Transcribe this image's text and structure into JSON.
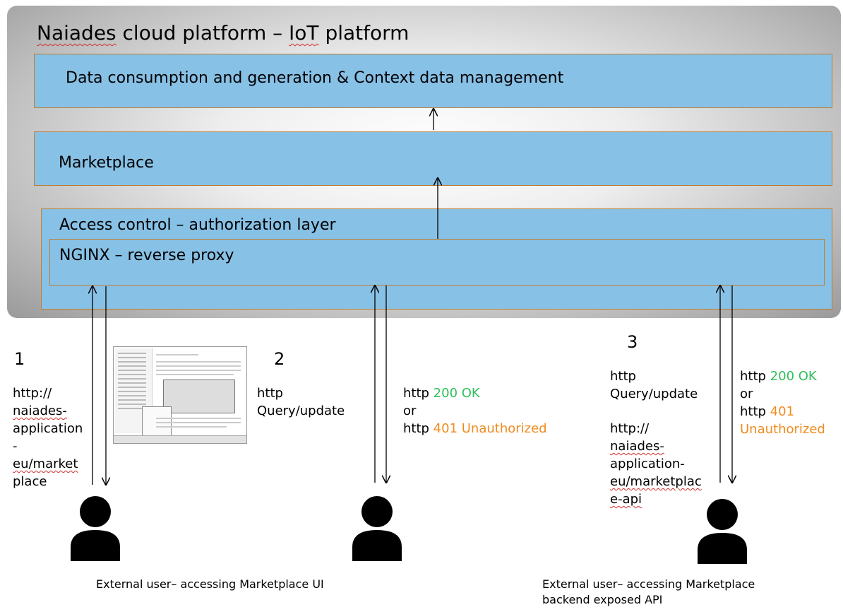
{
  "platform": {
    "title_part1": "Naiades",
    "title_part2": " cloud platform – ",
    "title_part3": "IoT",
    "title_part4": " platform"
  },
  "layers": {
    "data_mgmt": "Data consumption and generation & Context data management",
    "marketplace": "Marketplace",
    "access_control": "Access control – authorization layer",
    "nginx": "NGINX – reverse proxy"
  },
  "flow1": {
    "number": "1",
    "url_lines": [
      "http://",
      "naiades-",
      "application",
      "-",
      "eu/market",
      "place"
    ]
  },
  "flow2": {
    "number": "2",
    "request_lines": [
      "http",
      "Query/update"
    ],
    "resp_prefix1": "http ",
    "resp_ok": "200 OK",
    "resp_or": "or",
    "resp_prefix2": "http ",
    "resp_unauth": "401 Unauthorized"
  },
  "flow3": {
    "number": "3",
    "request_lines": [
      "http",
      "Query/update"
    ],
    "url_lines": [
      "http://",
      "naiades-",
      "application-",
      "eu/marketplac",
      "e-api"
    ],
    "resp_prefix1": "http ",
    "resp_ok": "200 OK",
    "resp_or": "or",
    "resp_prefix2": "http ",
    "resp_401": "401",
    "resp_unauth": "Unauthorized"
  },
  "captions": {
    "ui_user": "External user– accessing Marketplace UI",
    "api_user_line1": "External user– accessing Marketplace",
    "api_user_line2": "backend exposed API"
  },
  "icons": {
    "user": "user-icon",
    "screenshot": "screenshot-thumbnail"
  }
}
